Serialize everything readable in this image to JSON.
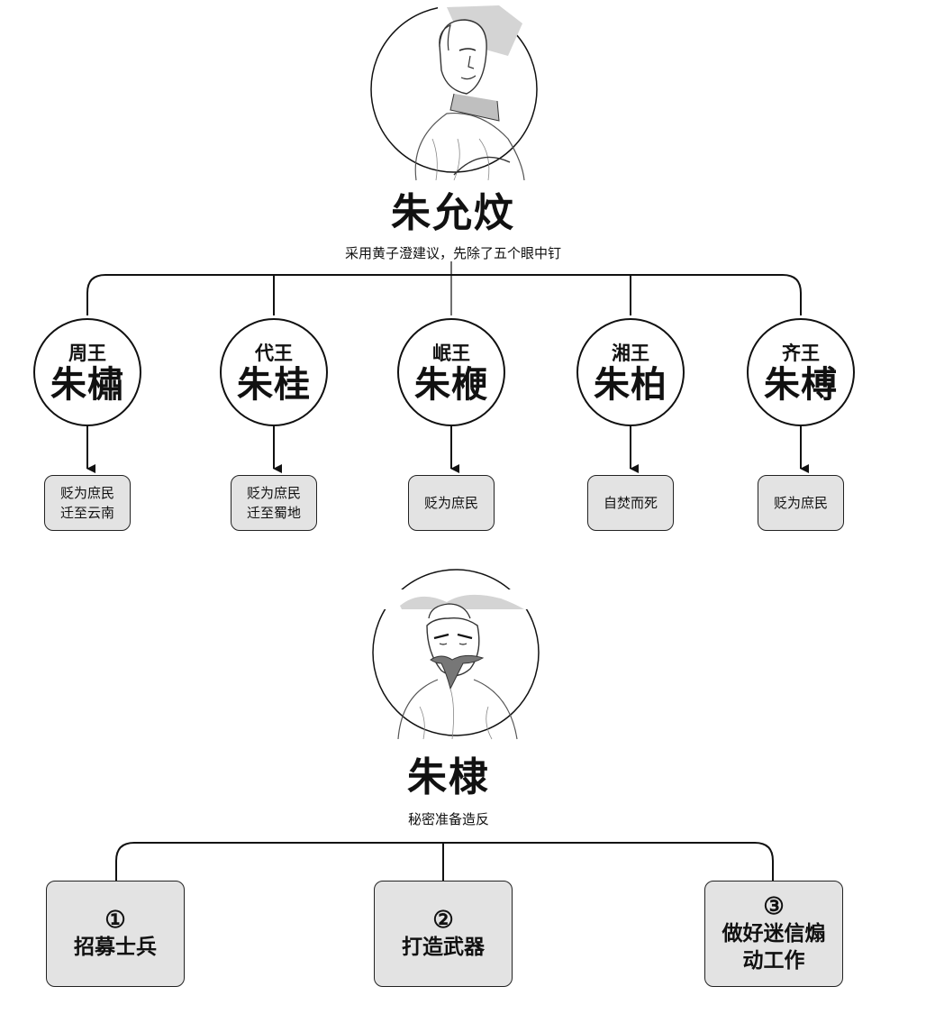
{
  "emperor": {
    "name": "朱允炆",
    "subtitle": "采用黄子澄建议，先除了五个眼中钉",
    "portrait_icon": "official-portrait-icon"
  },
  "princes": [
    {
      "title": "周王",
      "name": "朱橚",
      "fate": "贬为庶民\n迁至云南"
    },
    {
      "title": "代王",
      "name": "朱桂",
      "fate": "贬为庶民\n迁至蜀地"
    },
    {
      "title": "岷王",
      "name": "朱楩",
      "fate": "贬为庶民"
    },
    {
      "title": "湘王",
      "name": "朱柏",
      "fate": "自焚而死"
    },
    {
      "title": "齐王",
      "name": "朱榑",
      "fate": "贬为庶民"
    }
  ],
  "rebel": {
    "name": "朱棣",
    "subtitle": "秘密准备造反",
    "portrait_icon": "bearded-prince-portrait-icon"
  },
  "steps": [
    {
      "number": "①",
      "label": "招募士兵"
    },
    {
      "number": "②",
      "label": "打造武器"
    },
    {
      "number": "③",
      "label": "做好迷信煽\n动工作"
    }
  ],
  "colors": {
    "line": "#111111",
    "box_fill": "#e3e3e3"
  }
}
